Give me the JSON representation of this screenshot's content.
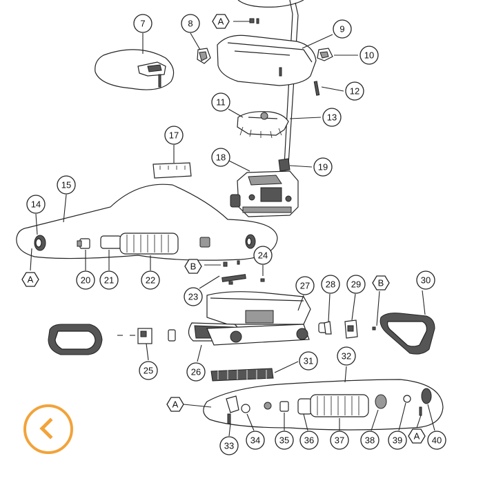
{
  "callouts": {
    "c7": "7",
    "c8": "8",
    "c9": "9",
    "c10": "10",
    "c11": "11",
    "c12": "12",
    "c13": "13",
    "c14": "14",
    "c15": "15",
    "c17": "17",
    "c18": "18",
    "c19": "19",
    "c20": "20",
    "c21": "21",
    "c22": "22",
    "c23": "23",
    "c24": "24",
    "c25": "25",
    "c26": "26",
    "c27": "27",
    "c28": "28",
    "c29": "29",
    "c30": "30",
    "c31": "31",
    "c32": "32",
    "c33": "33",
    "c34": "34",
    "c35": "35",
    "c36": "36",
    "c37": "37",
    "c38": "38",
    "c39": "39",
    "c40": "40"
  },
  "markers": {
    "a_top": "A",
    "a_left": "A",
    "b_mid": "B",
    "b_right": "B",
    "a_bottom_left": "A",
    "a_bottom_right": "A"
  },
  "nav": {
    "back_icon": "chevron-left-icon",
    "accent_color": "#f2a33a"
  }
}
